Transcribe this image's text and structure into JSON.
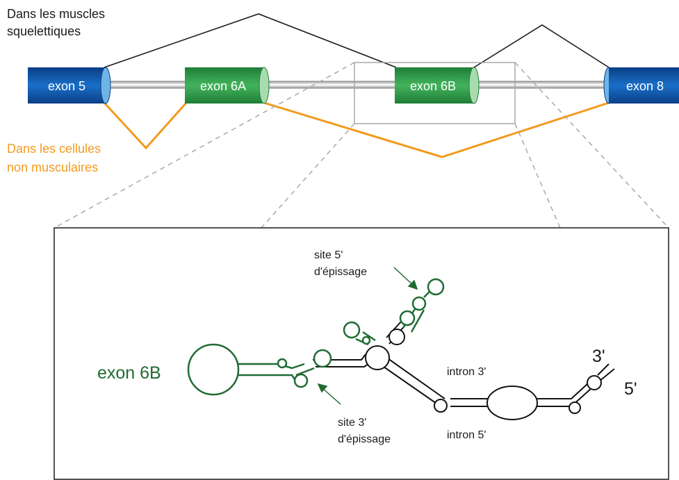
{
  "top": {
    "muscle_label_line1": "Dans les muscles",
    "muscle_label_line2": "squelettiques",
    "nonmuscle_label_line1": "Dans les cellules",
    "nonmuscle_label_line2": "non musculaires"
  },
  "exons": {
    "exon5": "exon 5",
    "exon6a": "exon 6A",
    "exon6b": "exon 6B",
    "exon8": "exon 8"
  },
  "detail": {
    "exon_label": "exon 6B",
    "site5_line1": "site 5'",
    "site5_line2": "d'épissage",
    "site3_line1": "site 3'",
    "site3_line2": "d'épissage",
    "intron3": "intron 3'",
    "intron5": "intron 5'",
    "end3": "3'",
    "end5": "5'"
  },
  "colors": {
    "muscle_path": "#1a1a1a",
    "nonmuscle_path": "#f39a1e",
    "exon_blue": "#0e5fb0",
    "exon_green": "#2f9e4a",
    "rna_green": "#1f6b34"
  }
}
